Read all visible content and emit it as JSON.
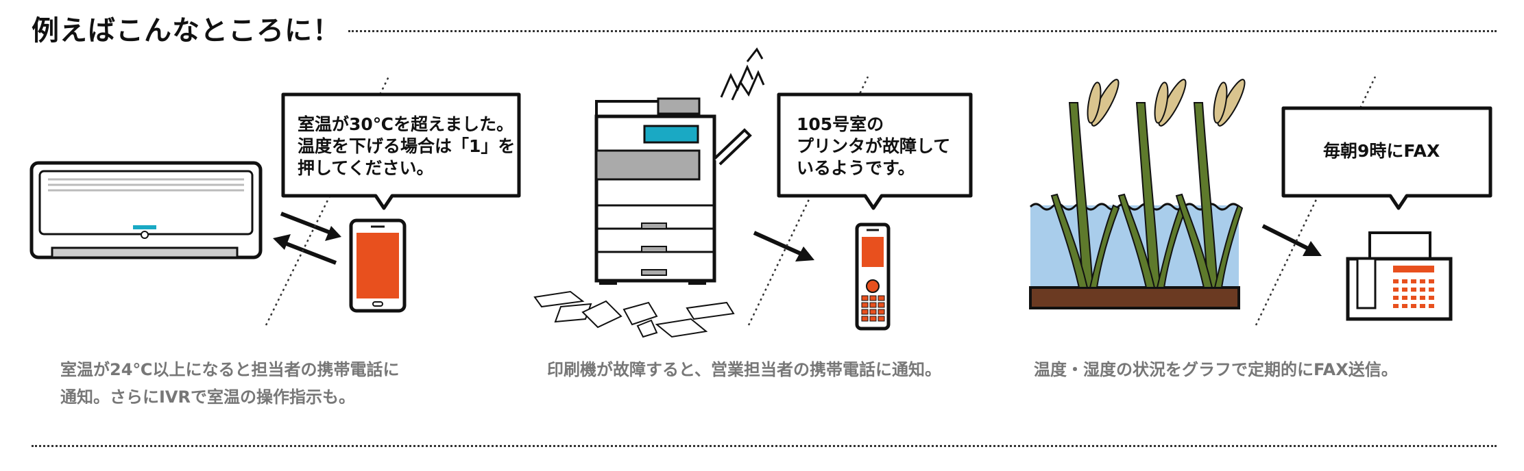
{
  "title": "例えばこんなところに！",
  "examples": [
    {
      "bubble_lines": [
        "室温が30℃を超えました。",
        "温度を下げる場合は「1」を",
        "押してください。"
      ],
      "caption_lines": [
        "室温が24℃以上になると担当者の携帯電話に",
        "通知。さらにIVRで室温の操作指示も。"
      ],
      "icons": [
        "air-conditioner-icon",
        "smartphone-icon"
      ]
    },
    {
      "bubble_lines": [
        "105号室の",
        "プリンタが故障して",
        "いるようです。"
      ],
      "caption_lines": [
        "印刷機が故障すると、営業担当者の携帯電話に通知。"
      ],
      "icons": [
        "copier-icon",
        "feature-phone-icon"
      ]
    },
    {
      "bubble_lines": [
        "毎朝9時にFAX"
      ],
      "caption_lines": [
        "温度・湿度の状況をグラフで定期的にFAX送信。"
      ],
      "icons": [
        "rice-paddy-icon",
        "fax-machine-icon"
      ]
    }
  ],
  "colors": {
    "accent_orange": "#e8501e",
    "accent_teal": "#1aa9c4",
    "water_blue": "#a9cdeb",
    "soil_brown": "#6b3a22",
    "plant_green": "#5e7a2c",
    "grain_tan": "#d9c48e",
    "caption_gray": "#777777"
  }
}
